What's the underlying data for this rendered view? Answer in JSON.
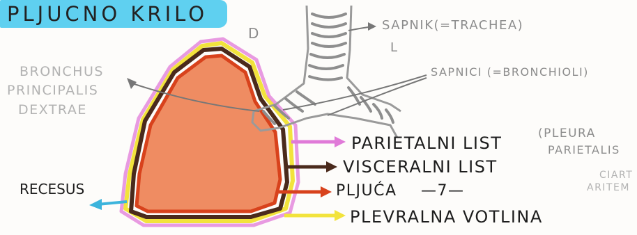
{
  "title": "PLJUCNO KRILO",
  "side_mark": "D",
  "labels": {
    "trachea": "SAPNIK(=TRACHEA)",
    "trachea_sub": "L",
    "bronchioles": "SAPNICI (=BRONCHIOLI)",
    "bronchus_line1": "BRONCHUS",
    "bronchus_line2": "PRINCIPALIS",
    "bronchus_line3": "DEXTRAE",
    "parietal": "PARIETALNI LIST",
    "parietal_note_line1": "(PLEURA",
    "parietal_note_line2": "PARIETALIS",
    "visceral": "VISCERALNI LIST",
    "lung": "PLJUĆA",
    "page_number": "—7—",
    "pleural_cavity": "PLEVRALNA VOTLINA",
    "recess": "RECESUS",
    "cut_line1": "CIART",
    "cut_line2": "ARITEM"
  },
  "colors": {
    "title_highlight": "#5fd0f0",
    "lung_fill": "#ef8c62",
    "lung_outline": "#d8421c",
    "visceral_line": "#4a2a1c",
    "parietal_line": "#e07ad8",
    "pleural_cavity_line": "#f2e33c",
    "recess_arrow": "#3cb4dc",
    "airway_grey": "#9a9a9a"
  }
}
